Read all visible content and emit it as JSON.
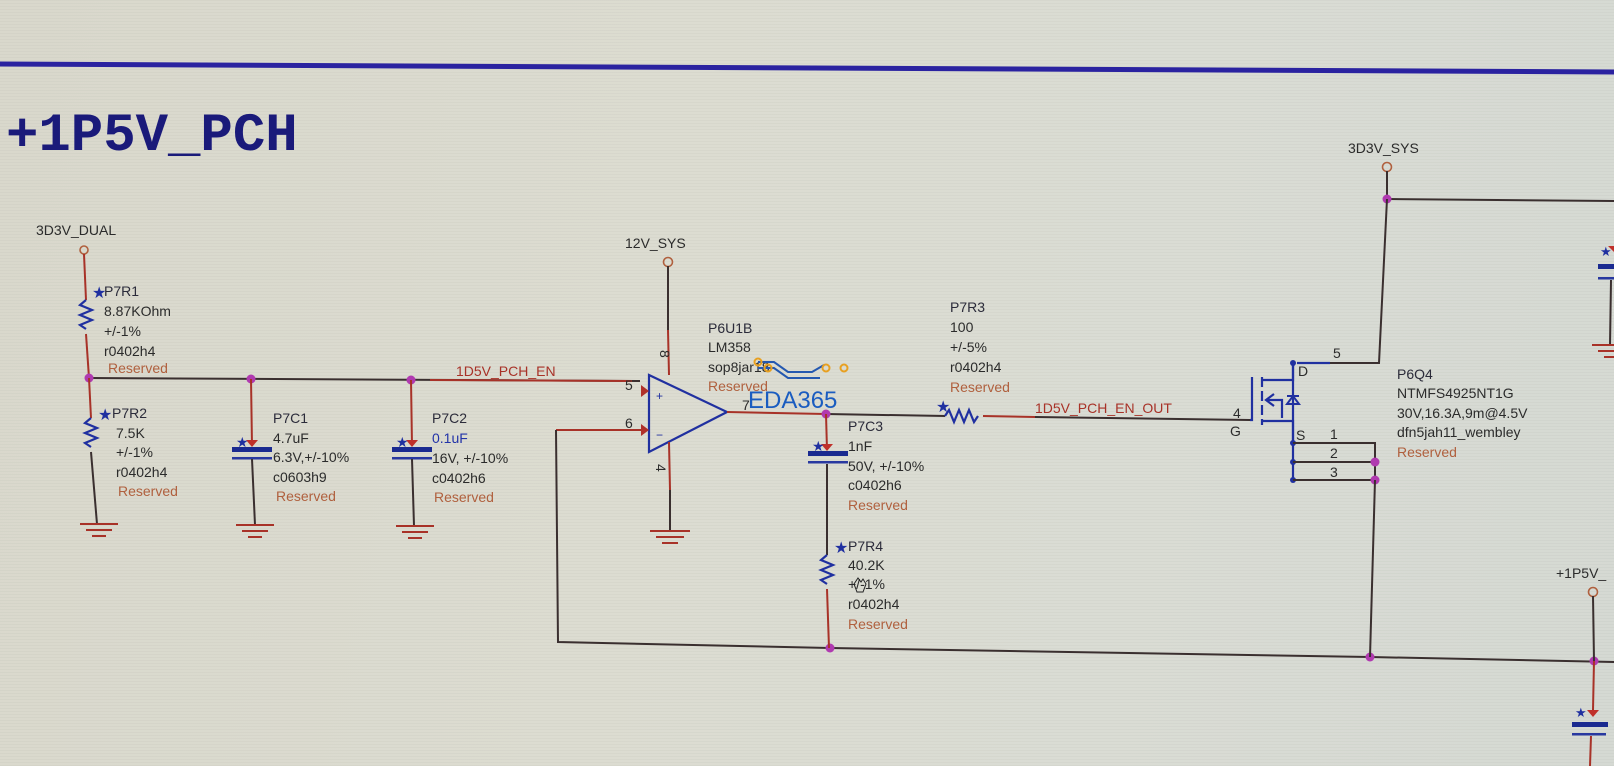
{
  "page": {
    "title": "+1P5V_PCH",
    "frame_color": "#2a22a0",
    "watermark": "EDA365"
  },
  "power_ports": {
    "p3d3v_dual": "3D3V_DUAL",
    "p12v_sys": "12V_SYS",
    "p3d3v_sys": "3D3V_SYS",
    "p1p5v": "+1P5V_"
  },
  "nets": {
    "en": "1D5V_PCH_EN",
    "en_out": "1D5V_PCH_EN_OUT"
  },
  "components": {
    "P7R1": {
      "ref": "P7R1",
      "value": "8.87KOhm",
      "tol": "+/-1%",
      "footprint": "r0402h4",
      "status": "Reserved"
    },
    "P7R2": {
      "ref": "P7R2",
      "value": "7.5K",
      "tol": "+/-1%",
      "footprint": "r0402h4",
      "status": "Reserved"
    },
    "P7C1": {
      "ref": "P7C1",
      "value": "4.7uF",
      "rating": "6.3V,+/-10%",
      "footprint": "c0603h9",
      "status": "Reserved"
    },
    "P7C2": {
      "ref": "P7C2",
      "value": "0.1uF",
      "rating": "16V, +/-10%",
      "footprint": "c0402h6",
      "status": "Reserved"
    },
    "P6U1B": {
      "ref": "P6U1B",
      "value": "LM358",
      "footprint": "sop8jar18",
      "status": "Reserved",
      "pins": {
        "noninv": "5",
        "inv": "6",
        "out": "7",
        "vcc": "8",
        "gnd": "4"
      }
    },
    "P7C3": {
      "ref": "P7C3",
      "value": "1nF",
      "rating": "50V, +/-10%",
      "footprint": "c0402h6",
      "status": "Reserved"
    },
    "P7R3": {
      "ref": "P7R3",
      "value": "100",
      "tol": "+/-5%",
      "footprint": "r0402h4",
      "status": "Reserved"
    },
    "P7R4": {
      "ref": "P7R4",
      "value": "40.2K",
      "tol": "+/-1%",
      "footprint": "r0402h4",
      "status": "Reserved"
    },
    "P6Q4": {
      "ref": "P6Q4",
      "value": "NTMFS4925NT1G",
      "rating": "30V,16.3A,9m@4.5V",
      "footprint": "dfn5jah11_wembley",
      "status": "Reserved",
      "pins": {
        "gate": "4",
        "drain": "5",
        "s1": "1",
        "s2": "2",
        "s3": "3",
        "g_label": "G",
        "d_label": "D",
        "s_label": "S"
      }
    }
  },
  "opamp_signs": {
    "plus": "+",
    "minus": "−"
  }
}
